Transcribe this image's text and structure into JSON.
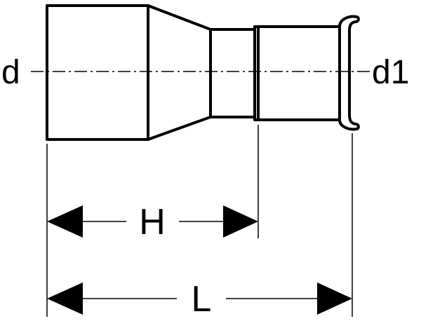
{
  "diagram": {
    "labels": {
      "d": "d",
      "d1": "d1",
      "H": "H",
      "L": "L"
    },
    "colors": {
      "line": "#000000",
      "background": "#ffffff"
    }
  }
}
